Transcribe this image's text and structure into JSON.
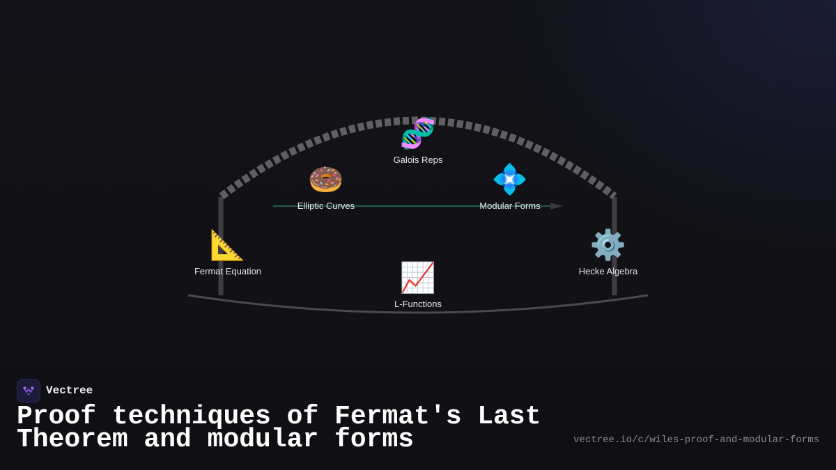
{
  "diagram": {
    "nodes": [
      {
        "id": "fermat",
        "label": "Fermat Equation",
        "icon": "triangular-ruler-icon",
        "glyph": "📐"
      },
      {
        "id": "elliptic",
        "label": "Elliptic Curves",
        "icon": "doughnut-icon",
        "glyph": "🍩"
      },
      {
        "id": "galois",
        "label": "Galois Reps",
        "icon": "dna-icon",
        "glyph": "🧬"
      },
      {
        "id": "modular",
        "label": "Modular Forms",
        "icon": "diamond-shape-icon",
        "glyph": "💠"
      },
      {
        "id": "hecke",
        "label": "Hecke Algebra",
        "icon": "gear-icon",
        "glyph": "⚙️"
      },
      {
        "id": "lfunctions",
        "label": "L-Functions",
        "icon": "chart-increasing-icon",
        "glyph": "📈"
      }
    ],
    "colors": {
      "arch": "#5a5a5e",
      "pillar": "#3d3d42",
      "base": "#4a4a50",
      "arrow": "#1f5a4a",
      "arrowhead": "#3a3a3e"
    }
  },
  "brand": {
    "name": "Vectree",
    "logo_icon": "vectree-logo-icon",
    "accent": "#8a4fd6"
  },
  "title": "Proof techniques of Fermat's Last Theorem and modular forms",
  "url": "vectree.io/c/wiles-proof-and-modular-forms"
}
